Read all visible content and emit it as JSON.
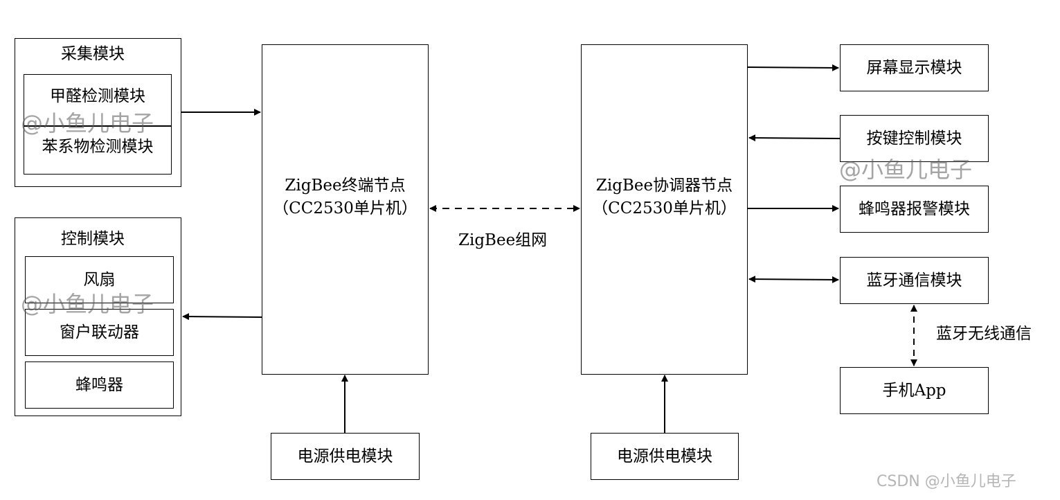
{
  "left": {
    "collect": {
      "title": "采集模块",
      "items": [
        "甲醛检测模块",
        "苯系物检测模块"
      ]
    },
    "control": {
      "title": "控制模块",
      "items": [
        "风扇",
        "窗户联动器",
        "蜂鸣器"
      ]
    }
  },
  "end_node": {
    "line1": "ZigBee终端节点",
    "line2": "（CC2530单片机）"
  },
  "coord_node": {
    "line1": "ZigBee协调器节点",
    "line2": "（CC2530单片机）"
  },
  "network_label": "ZigBee组网",
  "power": {
    "left": "电源供电模块",
    "right": "电源供电模块"
  },
  "right_modules": {
    "display": "屏幕显示模块",
    "keys": "按键控制模块",
    "buzzer": "蜂鸣器报警模块",
    "bluetooth": "蓝牙通信模块",
    "app": "手机App"
  },
  "bt_label": "蓝牙无线通信",
  "watermarks": {
    "wm1": "@小鱼儿电子",
    "wm2": "@小鱼儿电子",
    "wm3": "@小鱼儿电子",
    "csdn": "CSDN @小鱼儿电子"
  }
}
